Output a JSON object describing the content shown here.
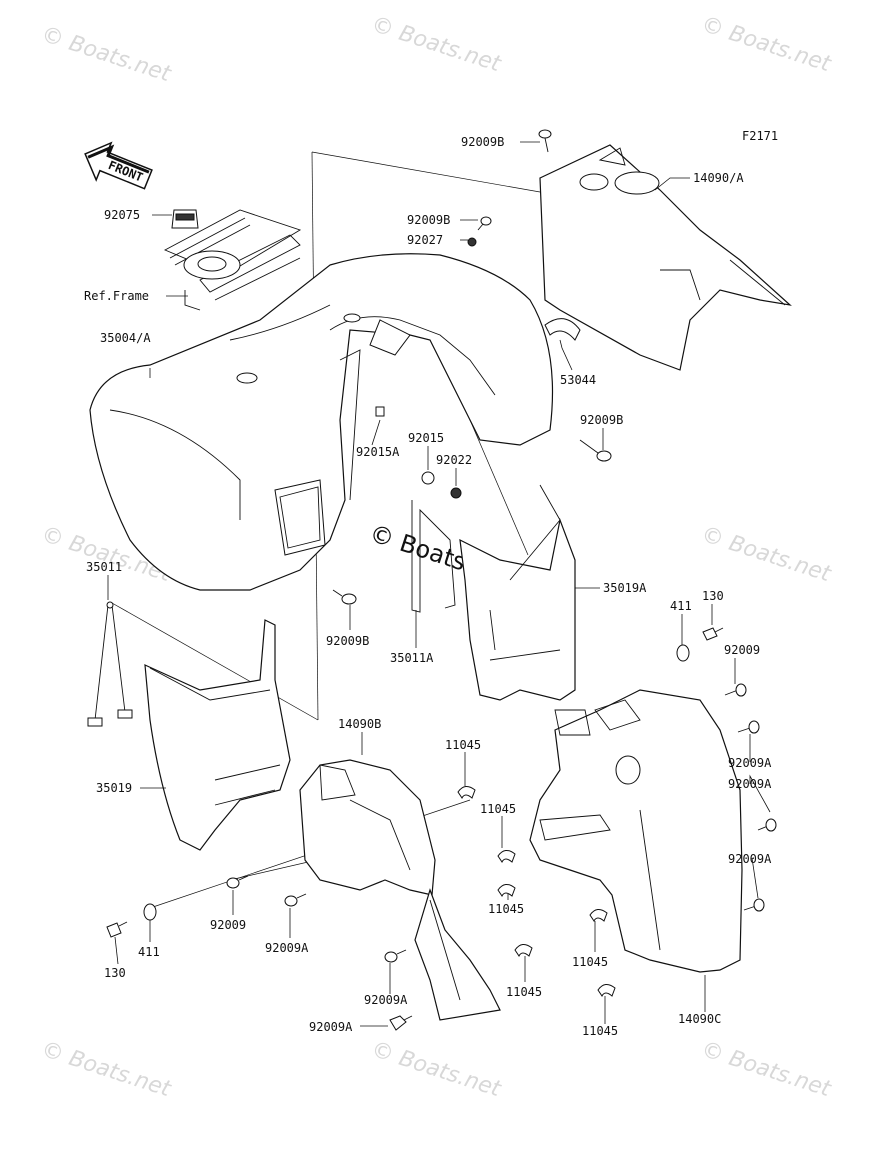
{
  "diagram": {
    "figure_code": "F2171",
    "front_label": "FRONT",
    "watermark": "© Boats.net",
    "labels": {
      "l92009B_top": "92009B",
      "l14090A": "14090/A",
      "l92075": "92075",
      "l92009B_mid": "92009B",
      "l92027": "92027",
      "lRefFrame": "Ref.Frame",
      "l35004A": "35004/A",
      "l53044": "53044",
      "l92009B_right": "92009B",
      "l92015": "92015",
      "l92022": "92022",
      "l92015A": "92015A",
      "l35011": "35011",
      "l35019A": "35019A",
      "l130_right": "130",
      "l411_right": "411",
      "l92009_right": "92009",
      "l92009B_low": "92009B",
      "l35011A": "35011A",
      "l14090B": "14090B",
      "l11045_a": "11045",
      "l92009A_r1": "92009A",
      "l92009A_r2": "92009A",
      "l35019": "35019",
      "l11045_b": "11045",
      "l92009A_r3": "92009A",
      "l11045_c": "11045",
      "l92009_low": "92009",
      "l411_left": "411",
      "l92009A_low": "92009A",
      "l11045_d": "11045",
      "l11045_e": "11045",
      "l130_left": "130",
      "l92009A_bot1": "92009A",
      "l92009A_bot2": "92009A",
      "l11045_f": "11045",
      "l14090C": "14090C"
    }
  }
}
